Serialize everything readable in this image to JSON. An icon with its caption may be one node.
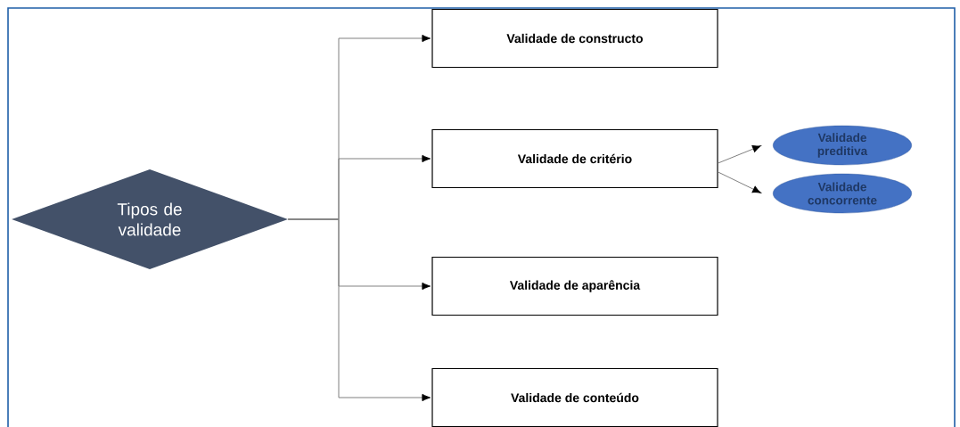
{
  "diagram": {
    "nodes": [
      {
        "text": [
          "Tipos de validade"
        ]
      },
      {
        "text": [
          "Validade de constructo"
        ]
      },
      {
        "text": [
          "Validade de critério"
        ]
      },
      {
        "text": [
          "Validade de aparência"
        ]
      },
      {
        "text": [
          "Validade de conteúdo"
        ]
      },
      {
        "text": [
          "Validade preditiva"
        ]
      },
      {
        "text": [
          "Validade concorrente"
        ]
      }
    ],
    "edges": [
      {
        "from": 0,
        "to": 1,
        "arrow": "to"
      },
      {
        "from": 0,
        "to": 2,
        "arrow": "to"
      },
      {
        "from": 0,
        "to": 3,
        "arrow": "to"
      },
      {
        "from": 0,
        "to": 4,
        "arrow": "to"
      },
      {
        "from": 2,
        "to": 5,
        "arrow": "to"
      },
      {
        "from": 2,
        "to": 6,
        "arrow": "to"
      }
    ]
  }
}
